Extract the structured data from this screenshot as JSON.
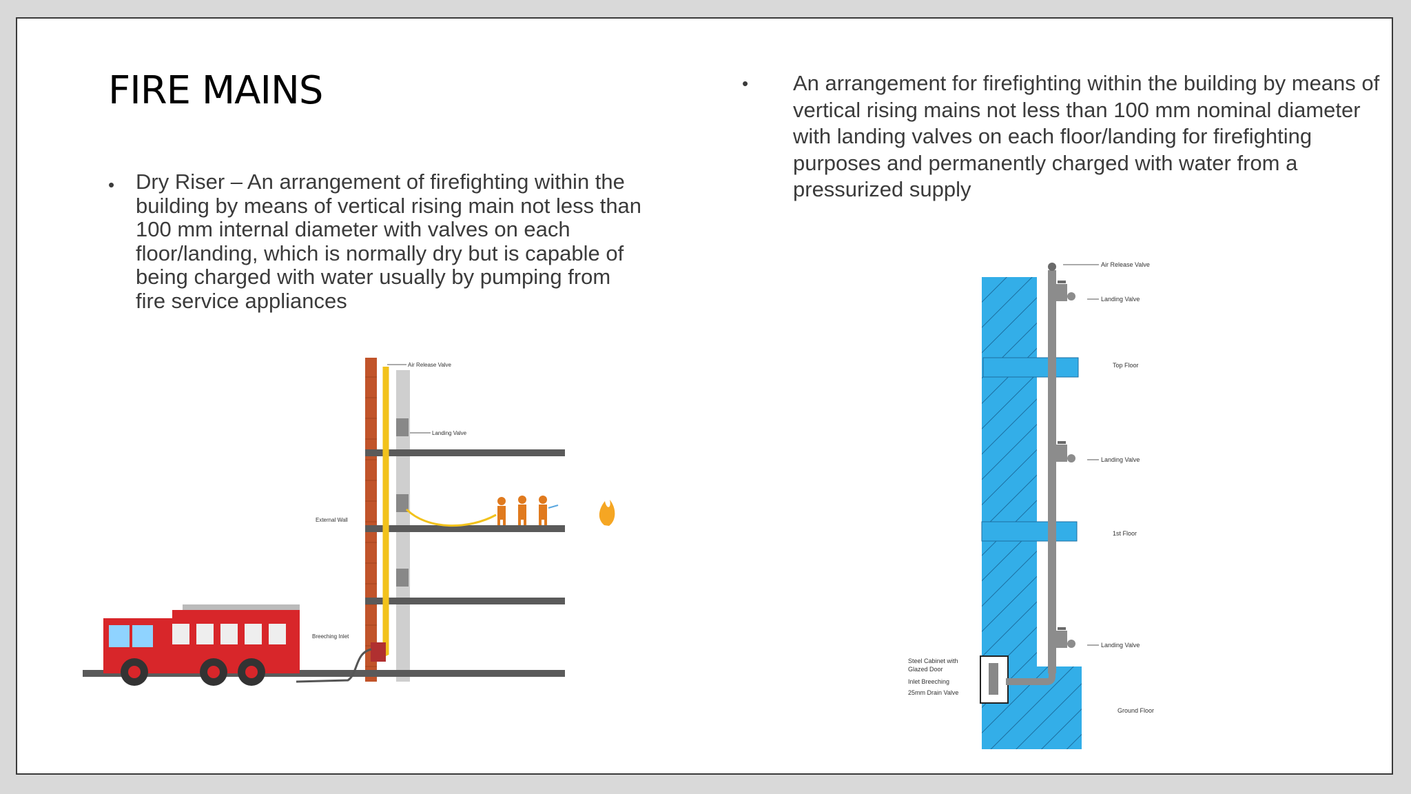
{
  "slide": {
    "title": "FIRE MAINS",
    "left_bullet": "Dry Riser – An arrangement of firefighting within the building by means of vertical rising main not less than 100 mm internal diameter with valves on each floor/landing, which is normally dry but is capable of being charged with water usually by pumping from fire service appliances",
    "right_bullet": "An arrangement for firefighting within the building by means of vertical rising mains not less than 100 mm nominal diameter with landing valves on each floor/landing for firefighting purposes and permanently charged with water from a pressurized supply",
    "bullet_glyph": "•"
  },
  "dry_riser_diagram": {
    "labels": {
      "air_release_valve": "Air Release Valve",
      "landing_valve": "Landing Valve",
      "external_wall": "External Wall",
      "breeching_inlet": "Breeching Inlet"
    },
    "colors": {
      "riser": "#f2c21c",
      "brick_wall": "#c1542a",
      "floor_slab": "#5a5a5a",
      "fire_truck": "#d8262a",
      "firefighters": "#e07a1e"
    }
  },
  "wet_riser_diagram": {
    "labels": {
      "air_release_valve": "Air Release Valve",
      "landing_valve_top": "Landing Valve",
      "top_floor": "Top Floor",
      "landing_valve_mid": "Landing Valve",
      "first_floor": "1st Floor",
      "landing_valve_low": "Landing Valve",
      "steel_cabinet_line1": "Steel Cabinet with",
      "steel_cabinet_line2": "Glazed Door",
      "inlet_breeching": "Inlet Breeching",
      "drain_valve": "25mm Drain Valve",
      "ground_floor": "Ground Floor"
    },
    "colors": {
      "wall": "#33aee8",
      "pipe": "#8c8c8c"
    }
  }
}
